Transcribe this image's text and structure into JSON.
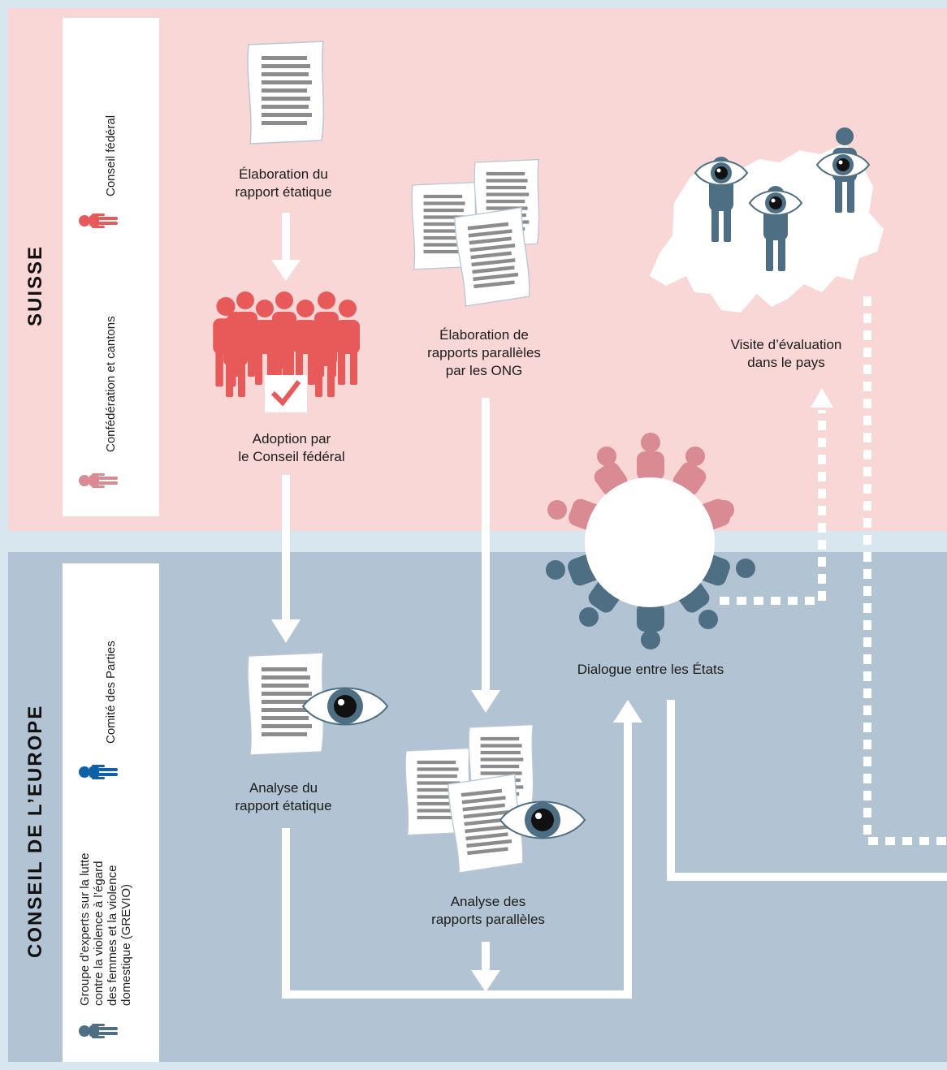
{
  "regions": {
    "top": "SUISSE",
    "bottom": "CONSEIL DE L’EUROPE"
  },
  "legend": {
    "federal_council": "Conseil fédéral",
    "confederation_cantons": "Confédération et cantons",
    "committee_parties": "Comité des Parties",
    "grevio_lines": [
      "Groupe d’experts sur la lutte",
      "contre la violence à l’égard",
      "des femmes et la violence",
      "domestique (GREVIO)"
    ]
  },
  "steps": {
    "state_report": [
      "Élaboration du",
      "rapport étatique"
    ],
    "adoption": [
      "Adoption par",
      "le Conseil fédéral"
    ],
    "ngo_reports": [
      "Élaboration de",
      "rapports parallèles",
      "par les ONG"
    ],
    "country_visit": [
      "Visite d’évaluation",
      "dans le pays"
    ],
    "dialogue": [
      "Dialogue entre les États"
    ],
    "analysis_state": [
      "Analyse du",
      "rapport étatique"
    ],
    "analysis_parallel": [
      "Analyse des",
      "rapports parallèles"
    ]
  },
  "colors": {
    "swiss_band": "#f9d7d6",
    "europe_band": "#b2c4d3",
    "federal_red": "#e8595a",
    "canton_pink": "#d98a93",
    "committee_blue": "#1060a6",
    "grevio_slate": "#4e6e83",
    "arrow_white": "#ffffff"
  },
  "icons": {
    "document": "document-icon",
    "eye": "eye-icon",
    "person": "person-icon",
    "checkmark": "checkmark-icon",
    "switzerland_map": "switzerland-map-icon",
    "round_table": "round-table-icon"
  }
}
